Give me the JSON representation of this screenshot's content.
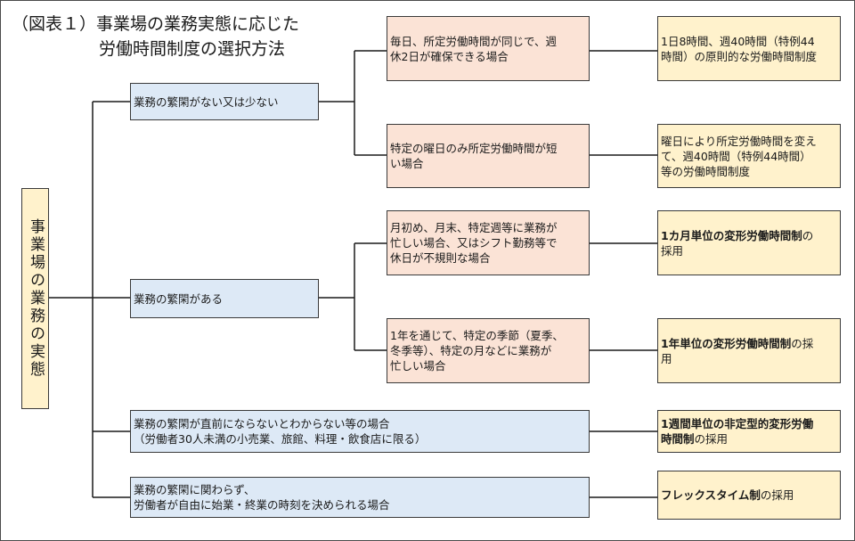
{
  "title": {
    "line1": "（図表１）事業場の業務実態に応じた",
    "line2": "労働時間制度の選択方法"
  },
  "root": {
    "label": "事業場の業務の実態"
  },
  "categories": {
    "few": {
      "label": "業務の繁閑がない又は少ない"
    },
    "busy": {
      "label": "業務の繁閑がある"
    },
    "small_biz": {
      "line1": "業務の繁閑が直前にならないとわからない等の場合",
      "line2": "（労働者30人未満の小売業、旅館、料理・飲食店に限る）"
    },
    "flex": {
      "line1": "業務の繁閑に関わらず、",
      "line2": "労働者が自由に始業・終業の時刻を決められる場合"
    }
  },
  "conditions": {
    "daily_same": {
      "line1": "毎日、所定労働時間が同じで、週",
      "line2": "休2日が確保できる場合"
    },
    "weekday_short": {
      "line1": "特定の曜日のみ所定労働時間が短",
      "line2": "い場合"
    },
    "monthly_busy": {
      "line1": "月初め、月末、特定週等に業務が",
      "line2": "忙しい場合、又はシフト勤務等で",
      "line3": "休日が不規則な場合"
    },
    "yearly_busy": {
      "line1": "1年を通じて、特定の季節（夏季、",
      "line2": "冬季等）、特定の月などに業務が",
      "line3": "忙しい場合"
    }
  },
  "results": {
    "principle": {
      "line1": "1日8時間、週40時間（特例44",
      "line2": "時間）の原則的な労働時間制度"
    },
    "by_weekday": {
      "line1": "曜日により所定労働時間を変え",
      "line2": "て、週40時間（特例44時間）",
      "line3": "等の労働時間制度"
    },
    "monthly": {
      "bold": "1カ月単位の変形労働時間制",
      "rest1": "の",
      "line2": "採用"
    },
    "yearly": {
      "bold": "1年単位の変形労働時間制",
      "rest1": "の採",
      "line2": "用"
    },
    "weekly": {
      "bold1": "1週間単位の非定型的変形労働",
      "bold2": "時間制",
      "rest2": "の採用"
    },
    "flextime": {
      "bold": "フレックスタイム制",
      "rest": "の採用"
    }
  }
}
